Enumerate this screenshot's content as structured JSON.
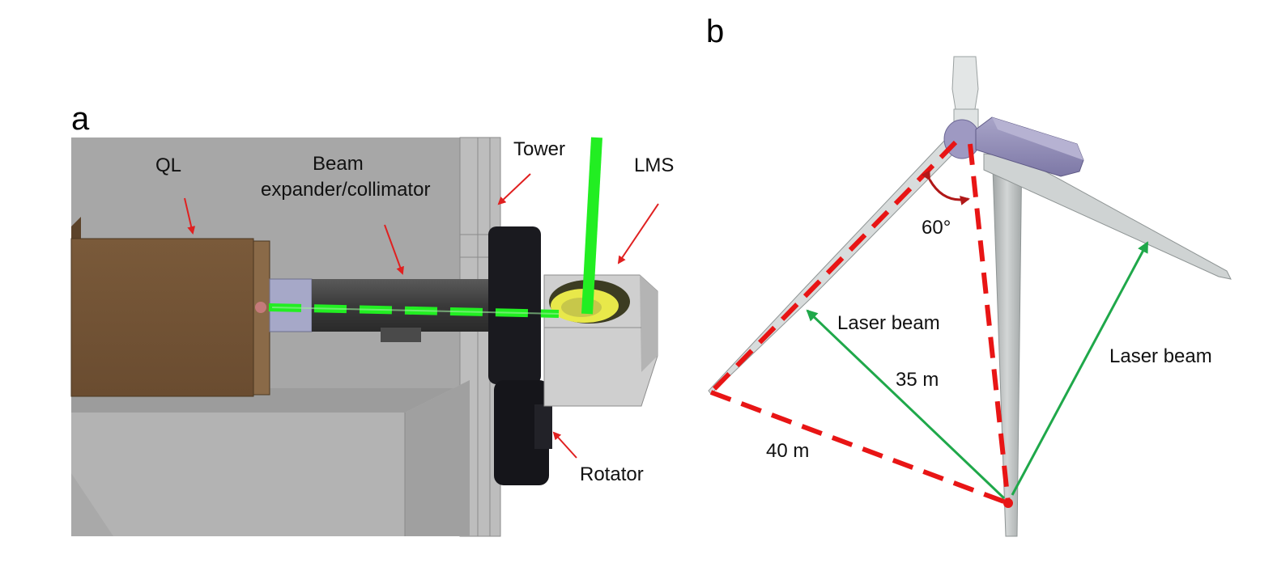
{
  "panel_a": {
    "letter": "a",
    "labels": {
      "ql": "QL",
      "beam_line1": "Beam",
      "beam_line2": "expander/collimator",
      "tower": "Tower",
      "lms": "LMS",
      "rotator": "Rotator"
    }
  },
  "panel_b": {
    "letter": "b",
    "labels": {
      "angle": "60°",
      "laser_beam_left": "Laser beam",
      "distance_35": "35 m",
      "laser_beam_right": "Laser beam",
      "distance_40": "40 m"
    }
  },
  "colors": {
    "laser_green": "#22ee22",
    "arrow_red": "#e02020",
    "dashed_red": "#e81515",
    "beam_arrow_green": "#1fa84a",
    "angle_arc": "#b01818"
  }
}
